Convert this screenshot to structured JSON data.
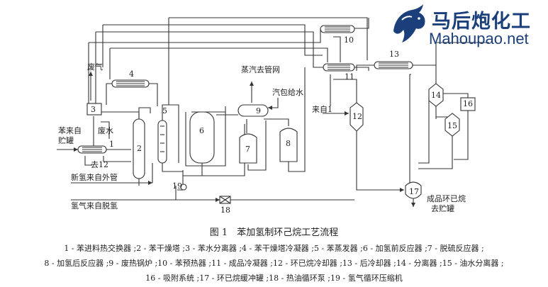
{
  "watermark": {
    "cn": "马后炮化工",
    "en": "Mahoupao.net"
  },
  "labels": {
    "waste_gas": "废气",
    "waste_water": "废水",
    "benzene_from_tank_1": "苯来自",
    "benzene_from_tank_2": "贮罐",
    "to_12": "去12",
    "fresh_h2": "新氢来自外管",
    "h2_from_desulf": "氢气来自脱氢",
    "steam_out": "蒸汽去管网",
    "drum_feed": "汽包给水",
    "from_1": "来自1",
    "product_1": "成品环已烷",
    "product_2": "去贮罐"
  },
  "equipment_numbers": [
    "1",
    "2",
    "3",
    "4",
    "5",
    "6",
    "7",
    "8",
    "9",
    "10",
    "11",
    "12",
    "13",
    "14",
    "15",
    "16",
    "17",
    "18",
    "19"
  ],
  "caption": "图 1　苯加氢制环己烷工艺流程",
  "legend": {
    "line1": "1 - 苯进料热交换器 ;2 - 苯干燥塔 ;3 - 苯水分离器 ;4 - 苯干燥塔冷凝器 ;5 - 苯蒸发器 ;6 - 加氢前反应器 ;7 - 脱硫反应器 ;",
    "line2": "8 - 加氢后反应器 ;9 - 废热锅炉 ;10 - 苯预热器 ;11 - 成品冷凝器 ;12 - 环已烷冷却器 ;13 - 后冷却器 ;14 - 分离器 ;15 - 油水分离器 ;",
    "line3": "16 - 吸附系统 ;17 - 环已烷缓冲罐 ;18 - 热油循环泵 ;19 - 氢气循环压缩机"
  }
}
